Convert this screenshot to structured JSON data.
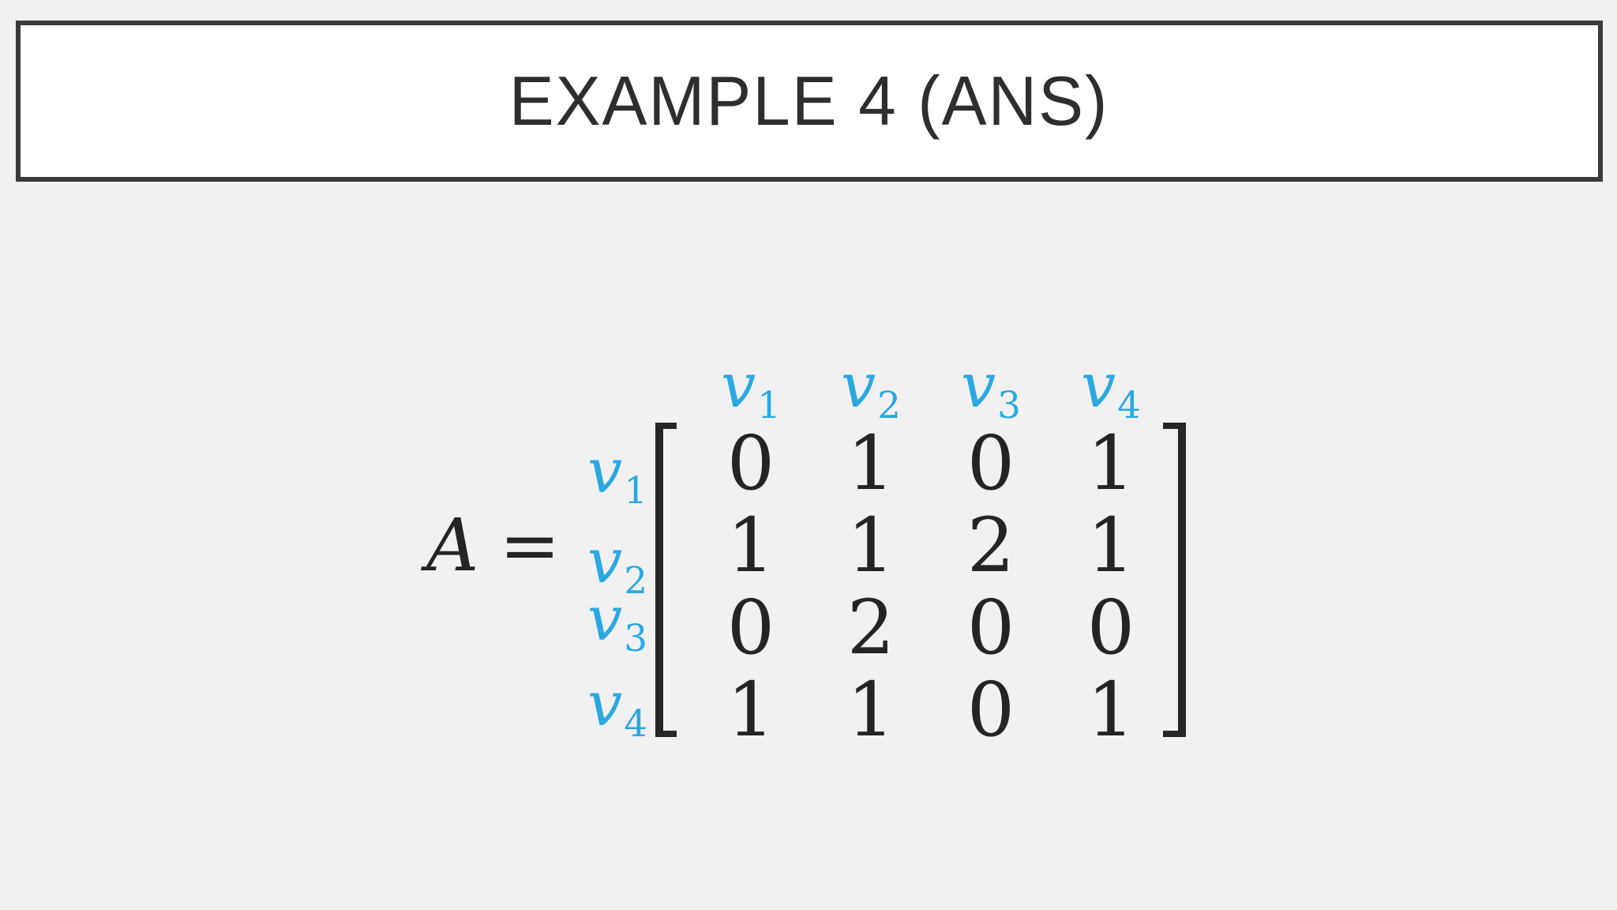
{
  "page": {
    "background_color": "#f1f1f2"
  },
  "title_box": {
    "label": "EXAMPLE 4 (ANS)",
    "background_color": "#ffffff",
    "border_color": "#3a3a3a",
    "text_color": "#2e2e2e"
  },
  "matrix": {
    "lhs_symbol": "A",
    "equals": "=",
    "accent_color": "#29a8e1",
    "ink_color": "#242424",
    "row_labels": [
      {
        "base": "v",
        "sub": "1"
      },
      {
        "base": "v",
        "sub": "2"
      },
      {
        "base": "v",
        "sub": "3"
      },
      {
        "base": "v",
        "sub": "4"
      }
    ],
    "col_labels": [
      {
        "base": "v",
        "sub": "1"
      },
      {
        "base": "v",
        "sub": "2"
      },
      {
        "base": "v",
        "sub": "3"
      },
      {
        "base": "v",
        "sub": "4"
      }
    ],
    "rows": [
      [
        "0",
        "1",
        "0",
        "1"
      ],
      [
        "1",
        "1",
        "2",
        "1"
      ],
      [
        "0",
        "2",
        "0",
        "0"
      ],
      [
        "1",
        "1",
        "0",
        "1"
      ]
    ]
  }
}
